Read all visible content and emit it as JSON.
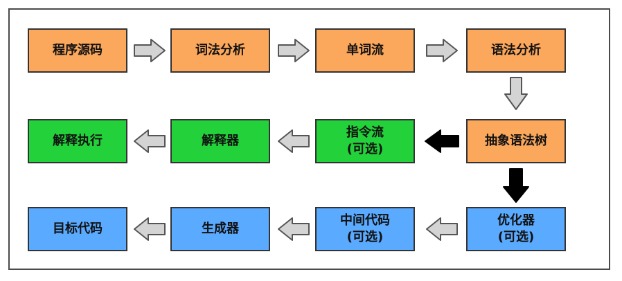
{
  "colors": {
    "orange": "#fba75c",
    "green": "#23d23a",
    "blue": "#5aaaff",
    "arrow_gray": "#d4d4d4",
    "arrow_black": "#000000"
  },
  "rows": {
    "row1": {
      "source_code": "程序源码",
      "lexical_analysis": "词法分析",
      "token_stream": "单词流",
      "syntax_analysis": "语法分析"
    },
    "row2": {
      "ast": "抽象语法树",
      "instruction_stream_line1": "指令流",
      "instruction_stream_line2": "(可选)",
      "interpreter": "解释器",
      "interpret_execute": "解释执行"
    },
    "row3": {
      "optimizer_line1": "优化器",
      "optimizer_line2": "(可选)",
      "ir_line1": "中间代码",
      "ir_line2": "(可选)",
      "generator": "生成器",
      "target_code": "目标代码"
    }
  },
  "icons": [
    "arrow-right-icon",
    "arrow-down-icon",
    "arrow-left-icon"
  ]
}
